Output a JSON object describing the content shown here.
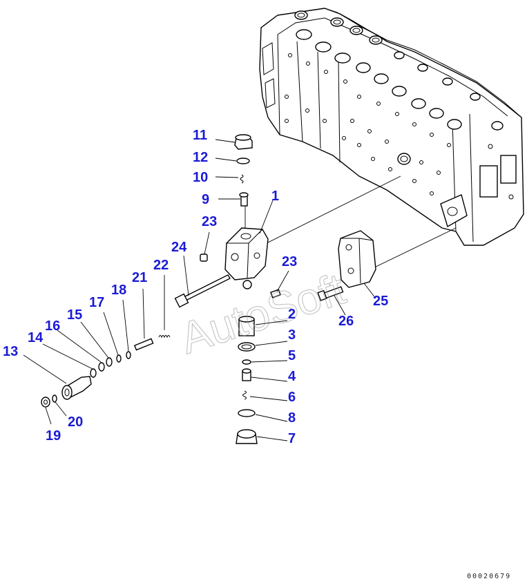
{
  "watermark": "AutoSoft",
  "document_number": "00020679",
  "callouts": {
    "c1": "1",
    "c2": "2",
    "c3": "3",
    "c4": "4",
    "c5": "5",
    "c6": "6",
    "c7": "7",
    "c8": "8",
    "c9": "9",
    "c10": "10",
    "c11": "11",
    "c12": "12",
    "c13": "13",
    "c14": "14",
    "c15": "15",
    "c16": "16",
    "c17": "17",
    "c18": "18",
    "c19": "19",
    "c20": "20",
    "c21": "21",
    "c22": "22",
    "c23a": "23",
    "c23b": "23",
    "c24": "24",
    "c25": "25",
    "c26": "26"
  },
  "colors": {
    "callout": "#1a1ad6",
    "line": "#000000",
    "watermark": "#9a9a9a"
  }
}
